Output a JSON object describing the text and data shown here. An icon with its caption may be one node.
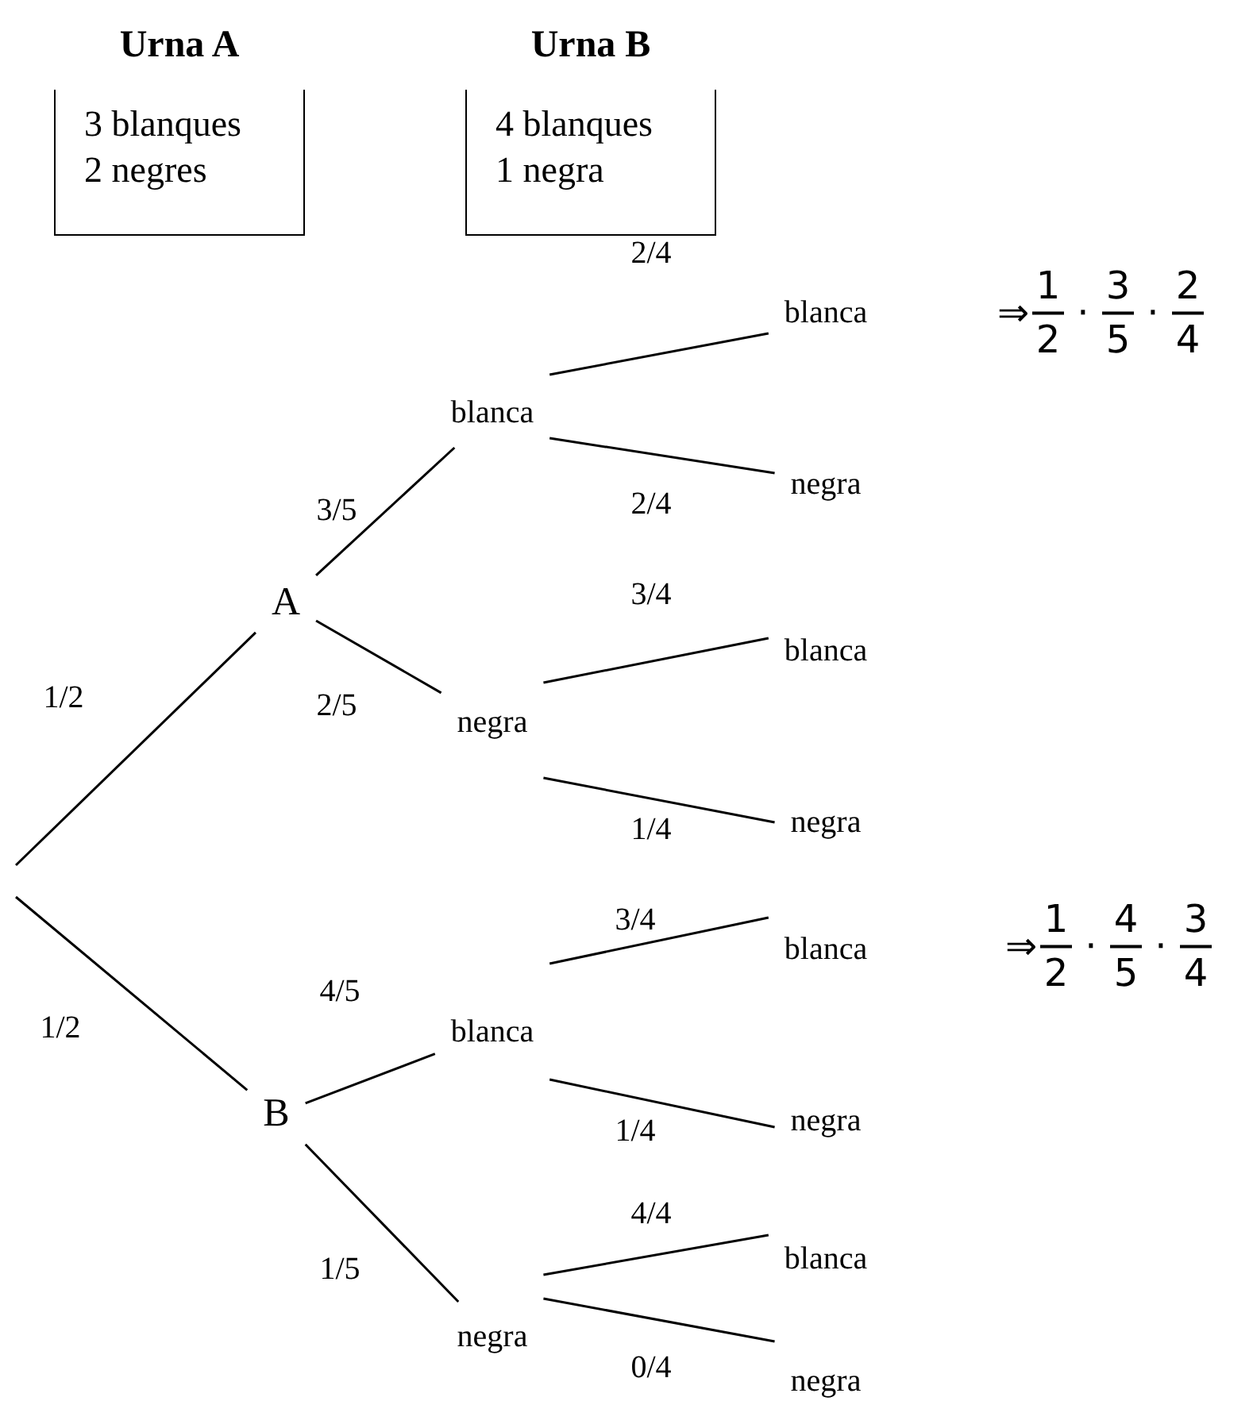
{
  "diagram": {
    "nodes": [
      {
        "text": [
          "Urna A",
          "3 blanques 2 negres"
        ]
      },
      {
        "text": [
          "Urna B",
          "4 blanques 1 negra"
        ]
      },
      {
        "text": [
          "A"
        ]
      },
      {
        "text": [
          "B"
        ]
      },
      {
        "text": [
          "blanca"
        ]
      },
      {
        "text": [
          "negra"
        ]
      },
      {
        "text": [
          "blanca"
        ]
      },
      {
        "text": [
          "negra"
        ]
      },
      {
        "text": [
          "blanca"
        ]
      },
      {
        "text": [
          "negra"
        ]
      },
      {
        "text": [
          "blanca"
        ]
      },
      {
        "text": [
          "negra"
        ]
      },
      {
        "text": [
          "blanca"
        ]
      },
      {
        "text": [
          "negra"
        ]
      },
      {
        "text": [
          "blanca"
        ]
      },
      {
        "text": [
          "negra"
        ]
      }
    ],
    "edges": [
      {
        "from": null,
        "to": 2,
        "arrow": "none",
        "label": "1/2"
      },
      {
        "from": null,
        "to": 3,
        "arrow": "none",
        "label": "1/2"
      },
      {
        "from": 2,
        "to": 4,
        "arrow": "none",
        "label": "3/5"
      },
      {
        "from": 2,
        "to": 5,
        "arrow": "none",
        "label": "2/5"
      },
      {
        "from": 3,
        "to": 6,
        "arrow": "none",
        "label": "4/5"
      },
      {
        "from": 3,
        "to": 7,
        "arrow": "none",
        "label": "1/5"
      },
      {
        "from": 4,
        "to": 8,
        "arrow": "none",
        "label": "2/4"
      },
      {
        "from": 4,
        "to": 9,
        "arrow": "none",
        "label": "2/4"
      },
      {
        "from": 5,
        "to": 10,
        "arrow": "none",
        "label": "3/4"
      },
      {
        "from": 5,
        "to": 11,
        "arrow": "none",
        "label": "1/4"
      },
      {
        "from": 6,
        "to": 12,
        "arrow": "none",
        "label": "3/4"
      },
      {
        "from": 6,
        "to": 13,
        "arrow": "none",
        "label": "1/4"
      },
      {
        "from": 7,
        "to": 14,
        "arrow": "none",
        "label": "4/4"
      },
      {
        "from": 7,
        "to": 15,
        "arrow": "none",
        "label": "0/4"
      }
    ],
    "labels": [
      "⇒",
      "1",
      "2",
      "·",
      "3",
      "5",
      "·",
      "2",
      "4",
      "⇒",
      "1",
      "2",
      "·",
      "4",
      "5",
      "·",
      "3",
      "4"
    ]
  }
}
